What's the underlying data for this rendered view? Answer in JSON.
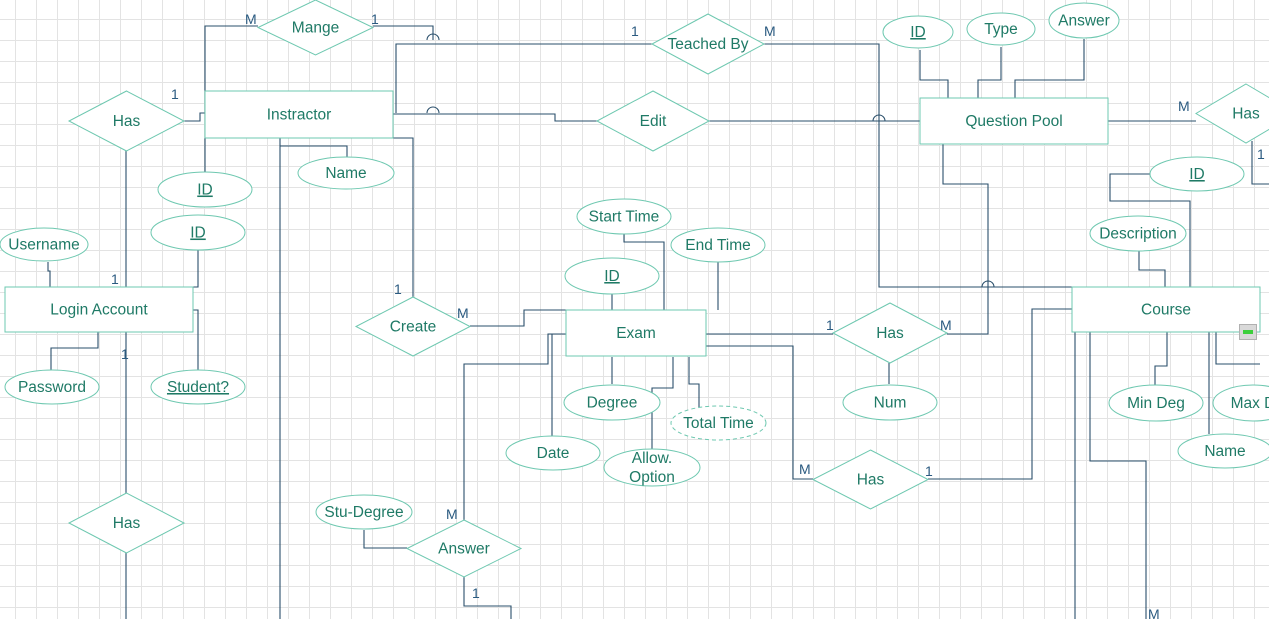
{
  "diagram": {
    "entities": [
      {
        "id": "instructor",
        "label": "Instractor"
      },
      {
        "id": "question-pool",
        "label": "Question Pool"
      },
      {
        "id": "login-account",
        "label": "Login Account"
      },
      {
        "id": "exam",
        "label": "Exam"
      },
      {
        "id": "course",
        "label": "Course"
      }
    ],
    "relationships": [
      {
        "id": "mange",
        "label": "Mange"
      },
      {
        "id": "teached-by",
        "label": "Teached By"
      },
      {
        "id": "has-instructor-login",
        "label": "Has"
      },
      {
        "id": "edit",
        "label": "Edit"
      },
      {
        "id": "has-pool-right",
        "label": "Has"
      },
      {
        "id": "create",
        "label": "Create"
      },
      {
        "id": "has-exam-pool",
        "label": "Has"
      },
      {
        "id": "has-exam-course",
        "label": "Has"
      },
      {
        "id": "has-login-bottom",
        "label": "Has"
      },
      {
        "id": "answer",
        "label": "Answer"
      }
    ],
    "attributes": [
      {
        "id": "qp-id",
        "label": "ID",
        "key": true
      },
      {
        "id": "qp-type",
        "label": "Type"
      },
      {
        "id": "qp-answer",
        "label": "Answer"
      },
      {
        "id": "instr-id",
        "label": "ID",
        "key": true
      },
      {
        "id": "instr-name",
        "label": "Name"
      },
      {
        "id": "login-id",
        "label": "ID",
        "key": true
      },
      {
        "id": "login-username",
        "label": "Username"
      },
      {
        "id": "login-password",
        "label": "Password"
      },
      {
        "id": "login-student",
        "label": "Student?",
        "key": true
      },
      {
        "id": "exam-start-time",
        "label": "Start Time"
      },
      {
        "id": "exam-end-time",
        "label": "End Time"
      },
      {
        "id": "exam-id",
        "label": "ID",
        "key": true
      },
      {
        "id": "exam-degree",
        "label": "Degree"
      },
      {
        "id": "exam-total-time",
        "label": "Total Time",
        "derived": true
      },
      {
        "id": "exam-date",
        "label": "Date"
      },
      {
        "id": "exam-allow-option",
        "label": "Allow.\nOption"
      },
      {
        "id": "has-num",
        "label": "Num"
      },
      {
        "id": "course-id",
        "label": "ID",
        "key": true
      },
      {
        "id": "course-description",
        "label": "Description"
      },
      {
        "id": "course-min-deg",
        "label": "Min Deg"
      },
      {
        "id": "course-max-deg",
        "label": "Max D"
      },
      {
        "id": "course-name",
        "label": "Name"
      },
      {
        "id": "answer-stu-degree",
        "label": "Stu-Degree"
      }
    ],
    "cardinalities": [
      {
        "id": "mange-left",
        "label": "M"
      },
      {
        "id": "mange-right",
        "label": "1"
      },
      {
        "id": "teached-left",
        "label": "1"
      },
      {
        "id": "teached-right",
        "label": "M"
      },
      {
        "id": "has-instr-1",
        "label": "1"
      },
      {
        "id": "login-1",
        "label": "1"
      },
      {
        "id": "login-1b",
        "label": "1"
      },
      {
        "id": "pool-has-m",
        "label": "M"
      },
      {
        "id": "pool-has-1",
        "label": "1"
      },
      {
        "id": "create-1",
        "label": "1"
      },
      {
        "id": "create-m",
        "label": "M"
      },
      {
        "id": "exam-has-1",
        "label": "1"
      },
      {
        "id": "exam-has-m",
        "label": "M"
      },
      {
        "id": "exam-has2-m",
        "label": "M"
      },
      {
        "id": "exam-has2-1",
        "label": "1"
      },
      {
        "id": "answer-m",
        "label": "M"
      },
      {
        "id": "answer-1",
        "label": "1"
      },
      {
        "id": "course-bottom-m",
        "label": "M"
      }
    ],
    "colors": {
      "line": "#2a4f6b",
      "shape_border": "#6ec8b0",
      "text": "#1f7a66",
      "cardinality": "#2a5a80",
      "grid": "#e3e3e3"
    }
  }
}
